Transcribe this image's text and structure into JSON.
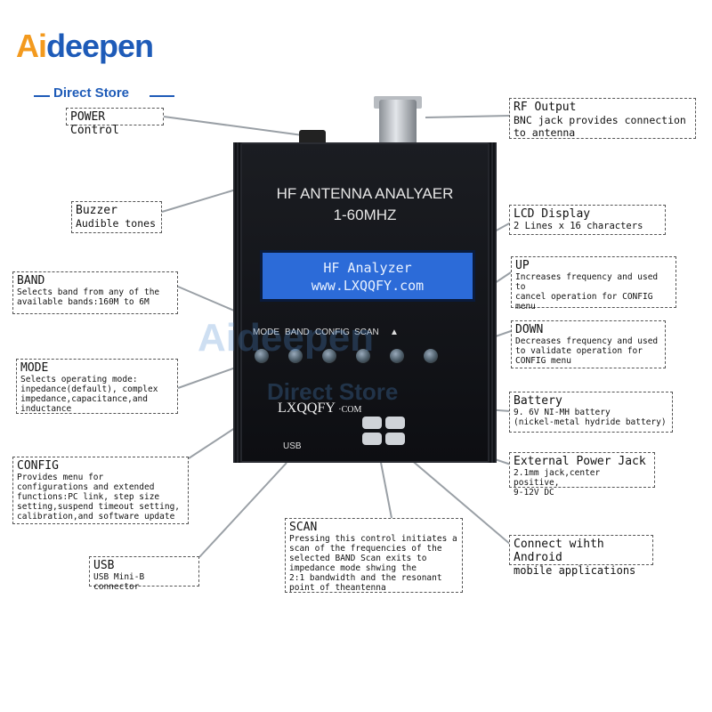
{
  "logo": {
    "brand_text": "Aideepen",
    "sub_text": "Direct Store"
  },
  "device": {
    "title_line1": "HF ANTENNA ANALYAER",
    "title_line2": "1-60MHZ",
    "lcd_line1": "HF  Analyzer",
    "lcd_line2": "www.LXQQFY.com",
    "button_labels": [
      "MODE",
      "BAND",
      "CONFIG",
      "SCAN",
      "▲"
    ],
    "usb_label": "USB",
    "brand": "LXQQFY",
    "brand_suffix": "·COM"
  },
  "watermark": {
    "big": "Aideepen",
    "small": "Direct Store"
  },
  "callouts": {
    "power": {
      "title": "POWER Control"
    },
    "rf": {
      "title": "RF Output",
      "desc": "BNC jack provides connection\nto antenna"
    },
    "buzzer": {
      "title": "Buzzer",
      "desc": "Audible tones"
    },
    "lcd": {
      "title": "LCD Display",
      "desc": "2 Lines x 16 characters"
    },
    "band": {
      "title": "BAND",
      "desc": "Selects band from any of the\navailable bands:160M to 6M"
    },
    "up": {
      "title": "UP",
      "desc": "Increases frequency and used to\ncancel operation for CONFIG\nmenu"
    },
    "down": {
      "title": "DOWN",
      "desc": "Decreases frequency and used\nto validate operation for\nCONFIG menu"
    },
    "mode": {
      "title": "MODE",
      "desc": "Selects operating mode:\ninpedance(default), complex\nimpedance,capacitance,and\ninductance"
    },
    "battery": {
      "title": "Battery",
      "desc": "9. 6V NI-MH battery\n(nickel-metal hydride battery)"
    },
    "config": {
      "title": "CONFIG",
      "desc": "Provides menu for\nconfigurations and extended\nfunctions:PC link, step size\nsetting,suspend timeout setting,\ncalibration,and software update"
    },
    "ext_power": {
      "title": "External Power Jack",
      "desc": "2.1mm jack,center positive,\n9-12V DC"
    },
    "scan": {
      "title": "SCAN",
      "desc": "Pressing this control initiates a\nscan of the frequencies of the\nselected BAND Scan exits to\nimpedance mode shwing the\n2:1 bandwidth and the resonant\npoint of theantenna"
    },
    "android": {
      "title": "Connect wihth Android",
      "desc": "mobile applications"
    },
    "usb": {
      "title": "USB",
      "desc": "USB Mini-B connector"
    }
  },
  "colors": {
    "brand_blue": "#1e5bb8",
    "brand_orange": "#f39a1e",
    "lcd_blue": "#2c6bd8",
    "device_body": "#14161b"
  }
}
